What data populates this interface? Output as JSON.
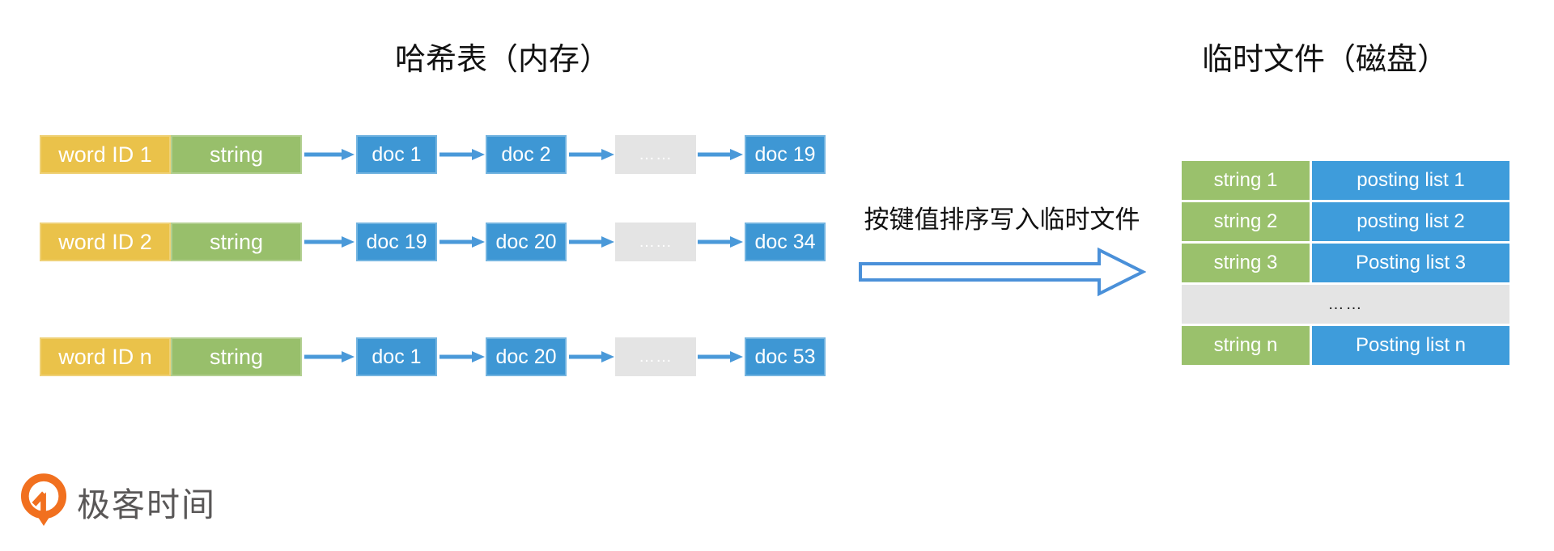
{
  "left": {
    "title": "哈希表（内存）",
    "rows": [
      {
        "word_id": "word ID 1",
        "string": "string",
        "docs": [
          "doc 1",
          "doc 2",
          "……",
          "doc 19"
        ]
      },
      {
        "word_id": "word ID 2",
        "string": "string",
        "docs": [
          "doc 19",
          "doc 20",
          "……",
          "doc 34"
        ]
      },
      {
        "word_id": "word ID n",
        "string": "string",
        "docs": [
          "doc 1",
          "doc 20",
          "……",
          "doc 53"
        ]
      }
    ]
  },
  "middle": {
    "caption": "按键值排序写入临时文件"
  },
  "right": {
    "title": "临时文件（磁盘）",
    "rows": [
      {
        "key": "string 1",
        "value": "posting list 1"
      },
      {
        "key": "string 2",
        "value": "posting list 2"
      },
      {
        "key": "string 3",
        "value": "Posting list 3"
      },
      {
        "key": "string n",
        "value": "Posting list n"
      }
    ],
    "ellipsis_row": "……"
  },
  "branding": {
    "logo_text": "极客时间",
    "logo_icon": "geektime-pin-icon"
  },
  "colors": {
    "word_id_yellow": "#EAC24A",
    "string_green": "#98BF6B",
    "doc_blue": "#3E97D4",
    "table_key_green": "#9AC16C",
    "table_value_blue": "#3E9CDB",
    "ellipsis_gray": "#E4E4E4",
    "arrow_blue": "#4A99D9",
    "logo_orange": "#F1701F",
    "logo_text_gray": "#595757"
  }
}
